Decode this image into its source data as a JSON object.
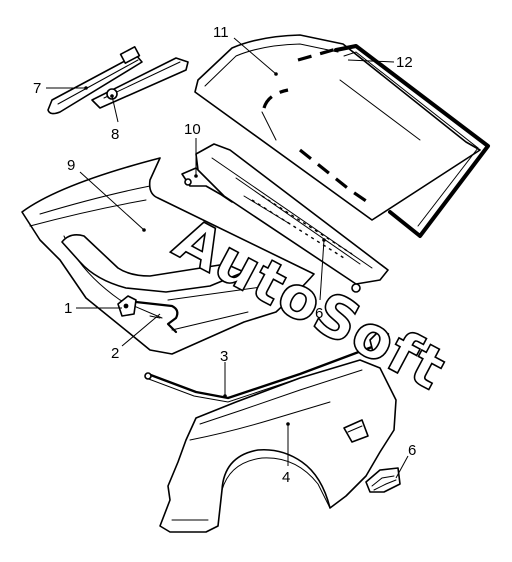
{
  "watermark": "AutoSoft",
  "callouts": {
    "c1": "1",
    "c2": "2",
    "c3": "3",
    "c4": "4",
    "c6a": "6",
    "c6b": "6",
    "c7": "7",
    "c8": "8",
    "c9": "9",
    "c10": "10",
    "c11": "11",
    "c12": "12"
  }
}
